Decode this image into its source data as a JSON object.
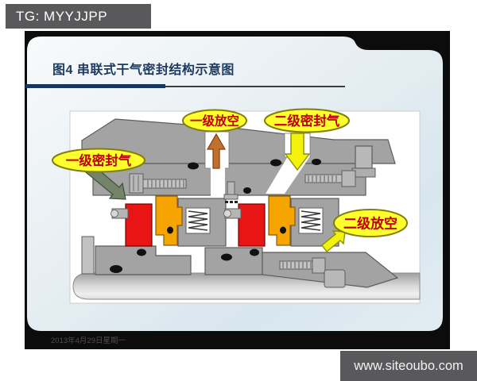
{
  "watermark_tag": {
    "text": "TG: MYYJJPP"
  },
  "slide": {
    "title": "图4 串联式干气密封结构示意图",
    "footer_date": "2013年4月29日星期一"
  },
  "diagram": {
    "type": "tandem-dry-gas-seal-cross-section",
    "caption_labels": {
      "primary_seal_gas": "一级密封气",
      "primary_vent": "一级放空",
      "secondary_seal_gas": "二级密封气",
      "secondary_vent": "二级放空"
    },
    "colors": {
      "label_fill": "#ffff2e",
      "label_border": "#7f7f0a",
      "label_text": "#c00000",
      "housing_gray": "#a3a3a3",
      "rotating_ring_red": "#e81515",
      "stationary_ring_orange": "#f6a400",
      "vent_arrow_orange": "#c2702d",
      "gas_arrow_yellow": "#f2f20a",
      "inlet_arrow_green": "#74846a"
    }
  },
  "footer": {
    "website": "www.siteoubo.com"
  }
}
